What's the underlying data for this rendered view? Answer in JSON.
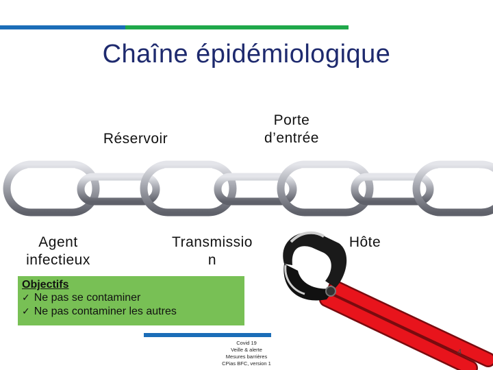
{
  "slide": {
    "title": "Chaîne épidémiologique",
    "labels": {
      "reservoir": "Réservoir",
      "porte": "Porte d’entrée",
      "agent": "Agent infectieux",
      "transmission": "Transmissio\nn",
      "hote": "Hôte"
    },
    "objectives": {
      "heading": "Objectifs",
      "items": [
        "Ne pas se contaminer",
        "Ne pas contaminer les autres"
      ]
    },
    "footer": [
      "Covid 19",
      "Veille & alerte",
      "Mesures barrières",
      "CPias BFC, version 1"
    ],
    "page_number": "4",
    "colors": {
      "title": "#1e2a6e",
      "bar_blue": "#1b6db8",
      "bar_green": "#1fa84a",
      "objectives_bg": "#78c055",
      "chain": "#a9aab2",
      "pliers_handle": "#e8141c"
    }
  }
}
